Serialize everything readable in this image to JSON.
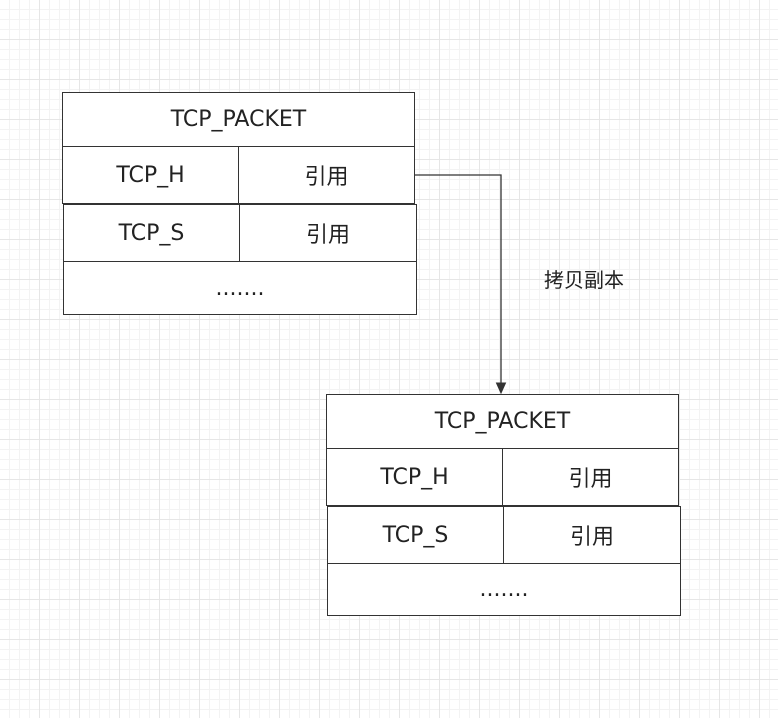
{
  "source_struct": {
    "title": "TCP_PACKET",
    "rows": [
      {
        "field": "TCP_H",
        "value": "引用"
      },
      {
        "field": "TCP_S",
        "value": "引用"
      }
    ],
    "more": "......."
  },
  "copy_struct": {
    "title": "TCP_PACKET",
    "rows": [
      {
        "field": "TCP_H",
        "value": "引用"
      },
      {
        "field": "TCP_S",
        "value": "引用"
      }
    ],
    "more": "......."
  },
  "connector": {
    "label": "拷贝副本"
  }
}
